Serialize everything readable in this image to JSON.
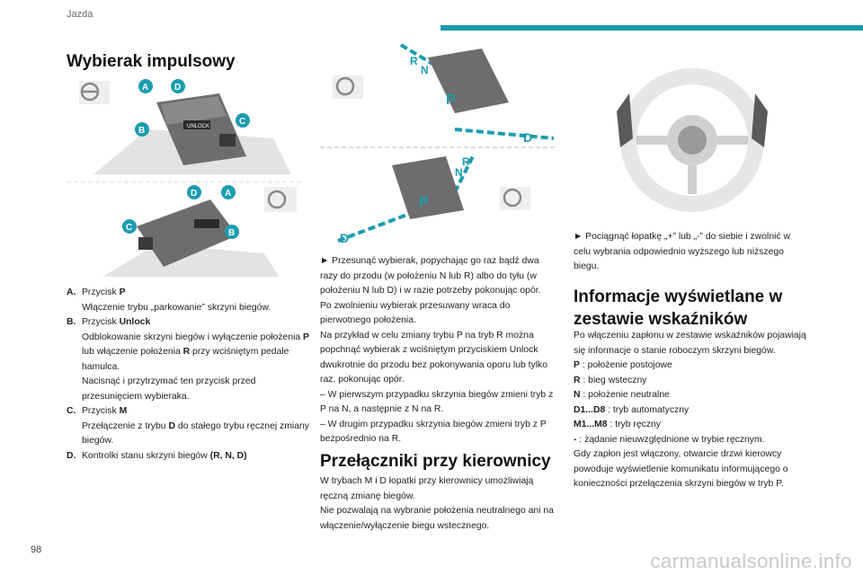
{
  "header": {
    "chapter": "Jazda",
    "accent_color": "#1a9cb0"
  },
  "footer": {
    "page_number": "98",
    "watermark": "carmanualsonline.info"
  },
  "section_selector": {
    "title": "Wybierak impulsowy",
    "figure_labels": {
      "a": "A",
      "b": "B",
      "c": "C",
      "d": "D",
      "unlock": "UNLOCK",
      "p": "P",
      "r": "R",
      "n": "N",
      "d_gear": "D"
    },
    "items": [
      {
        "letter": "A.",
        "lines": [
          "Przycisk ",
          "P"
        ],
        "desc": "Włączenie trybu „parkowanie” skrzyni biegów."
      },
      {
        "letter": "B.",
        "lines": [
          "Przycisk ",
          "Unlock"
        ],
        "desc1": "Odblokowanie skrzyni biegów i wyłączenie położenia ",
        "desc1b": "P",
        "desc1c": " lub włączenie położenia ",
        "desc1d": "R",
        "desc1e": " przy wciśniętym pedale hamulca.",
        "desc2": "Nacisnąć i przytrzymać ten przycisk przed przesunięciem wybieraka."
      },
      {
        "letter": "C.",
        "lines": [
          "Przycisk ",
          "M"
        ],
        "desc_a": "Przełączenie z trybu ",
        "desc_b": "D",
        "desc_c": " do stałego trybu ręcznej zmiany biegów."
      },
      {
        "letter": "D.",
        "desc_a": "Kontrolki stanu skrzyni biegów ",
        "desc_b": "(R, N, D)"
      }
    ]
  },
  "mid_text": {
    "p1": "► Przesunąć wybierak, popychając go raz bądź dwa razy do przodu (w położeniu N lub R) albo do tyłu (w położeniu N lub D) i w razie potrzeby pokonując opór.",
    "p2": "Po zwolnieniu wybierak przesuwany wraca do pierwotnego położenia.",
    "p3": "Na przykład w celu zmiany trybu P na tryb R można popchnąć wybierak z wciśniętym przyciskiem Unlock dwukrotnie do przodu bez pokonywania oporu lub tylko raz, pokonując opór.",
    "p4": "– W pierwszym przypadku skrzynia biegów zmieni tryb z P na N, a następnie z N na R.",
    "p5": "– W drugim przypadku skrzynia biegów zmieni tryb z P bezpośrednio na R."
  },
  "section_paddles": {
    "title": "Przełączniki przy kierownicy",
    "p1": "W trybach M i D łopatki przy kierownicy umożliwiają ręczną zmianę biegów.",
    "p2": "Nie pozwalają na wybranie położenia neutralnego ani na włączenie/wyłączenie biegu wstecznego."
  },
  "right_text": {
    "p1": "► Pociągnąć łopatkę „+” lub „-” do siebie i zwolnić w celu wybrania odpowiednio wyższego lub niższego biegu."
  },
  "section_display": {
    "title": "Informacje wyświetlane w zestawie wskaźników",
    "intro": "Po włączeniu zapłonu w zestawie wskaźników pojawiają się informacje o stanie roboczym skrzyni biegów.",
    "rows": [
      {
        "key": "P",
        "val": " : położenie postojowe"
      },
      {
        "key": "R",
        "val": " : bieg wsteczny"
      },
      {
        "key": "N",
        "val": " : położenie neutralne"
      },
      {
        "key": "D1...D8",
        "val": " : tryb automatyczny"
      },
      {
        "key": "M1...M8",
        "val": " : tryb ręczny"
      },
      {
        "key": "-",
        "val": " : żądanie nieuwzględnione w trybie ręcznym."
      }
    ],
    "outro": "Gdy zapłon jest włączony, otwarcie drzwi kierowcy powoduje wyświetlenie komunikatu informującego o konieczności przełączenia skrzyni biegów w tryb P."
  }
}
